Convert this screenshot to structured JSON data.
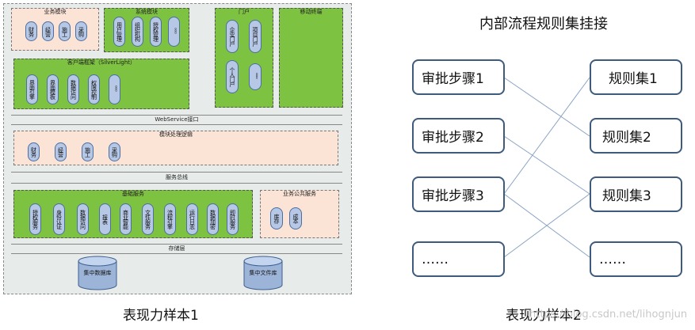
{
  "left": {
    "business": {
      "title": "业务模块",
      "items": [
        "财务",
        "经营",
        "施工",
        "采购"
      ]
    },
    "system": {
      "title": "系统模块",
      "items": [
        "用户管理",
        "组织机构",
        "授权管理",
        "。。。"
      ]
    },
    "portal": {
      "title": "门户",
      "items": [
        "企业门户",
        "项目门户",
        "个人门户",
        "。。。"
      ]
    },
    "mobile": {
      "title": "移动终端"
    },
    "client": {
      "title": "客户端框架（SilverLight）",
      "items": [
        "界面引擎",
        "界面模板",
        "数据访问",
        "权限控制",
        "。。。"
      ]
    },
    "webservice": "WebService接口",
    "logic": {
      "title": "模块处理逻辑",
      "items": [
        "财务",
        "经营",
        "施工",
        "采购"
      ]
    },
    "bus": "服务总线",
    "basic": {
      "title": "基础服务",
      "items": [
        "授权服务",
        "身份认证",
        "数据访问",
        "报表",
        "商业智能",
        "文件服务",
        "流程引擎",
        "运行日志",
        "数据加密",
        "即时服务"
      ]
    },
    "public": {
      "title": "业务公共服务",
      "items": [
        "库存",
        "成本"
      ]
    },
    "storage": "存储层",
    "db1": "集中数据库",
    "db2": "集中文件库",
    "caption": "表现力样本1"
  },
  "right": {
    "title": "内部流程规则集挂接",
    "steps": [
      "审批步骤1",
      "审批步骤2",
      "审批步骤3",
      "……"
    ],
    "rules": [
      "规则集1",
      "规则集2",
      "规则集3",
      "……"
    ],
    "caption": "表现力样本2",
    "watermark": "https://blog.csdn.net/lihognjun"
  }
}
